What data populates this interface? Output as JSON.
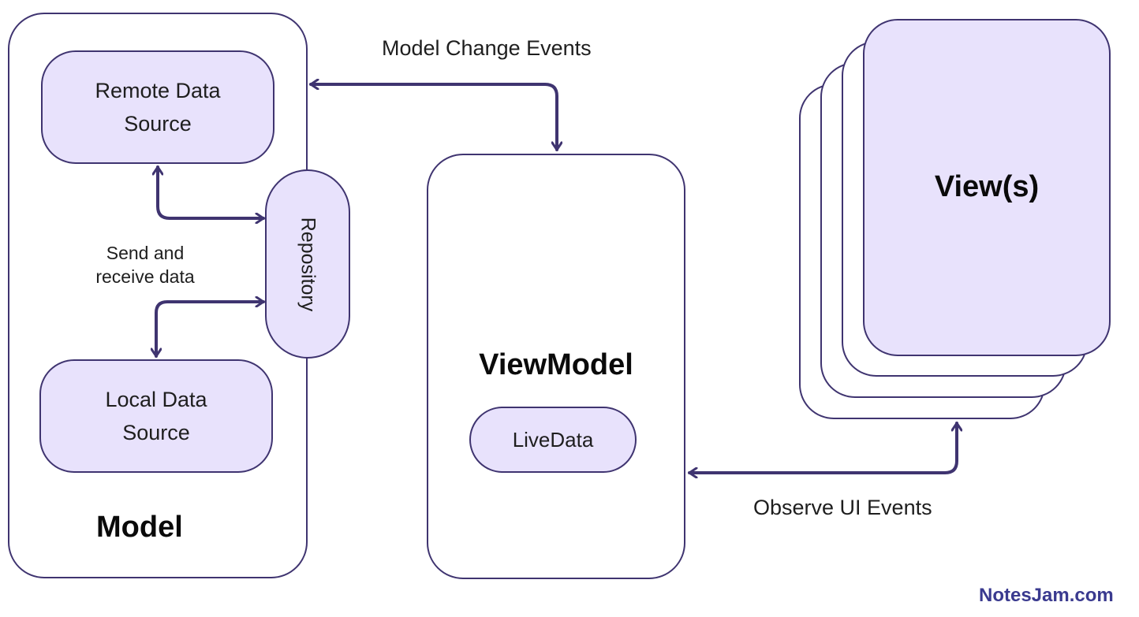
{
  "model": {
    "title": "Model",
    "remote_source": "Remote Data Source",
    "local_source": "Local Data Source",
    "repository": "Repository",
    "send_receive": "Send and receive data"
  },
  "viewmodel": {
    "title": "ViewModel",
    "livedata": "LiveData"
  },
  "view": {
    "title": "View(s)"
  },
  "edges": {
    "model_change": "Model Change Events",
    "observe_ui": "Observe UI Events"
  },
  "watermark": "NotesJam.com",
  "colors": {
    "stroke": "#3f3470",
    "fill": "#e8e2fc",
    "watermark": "#3a3a8f"
  }
}
